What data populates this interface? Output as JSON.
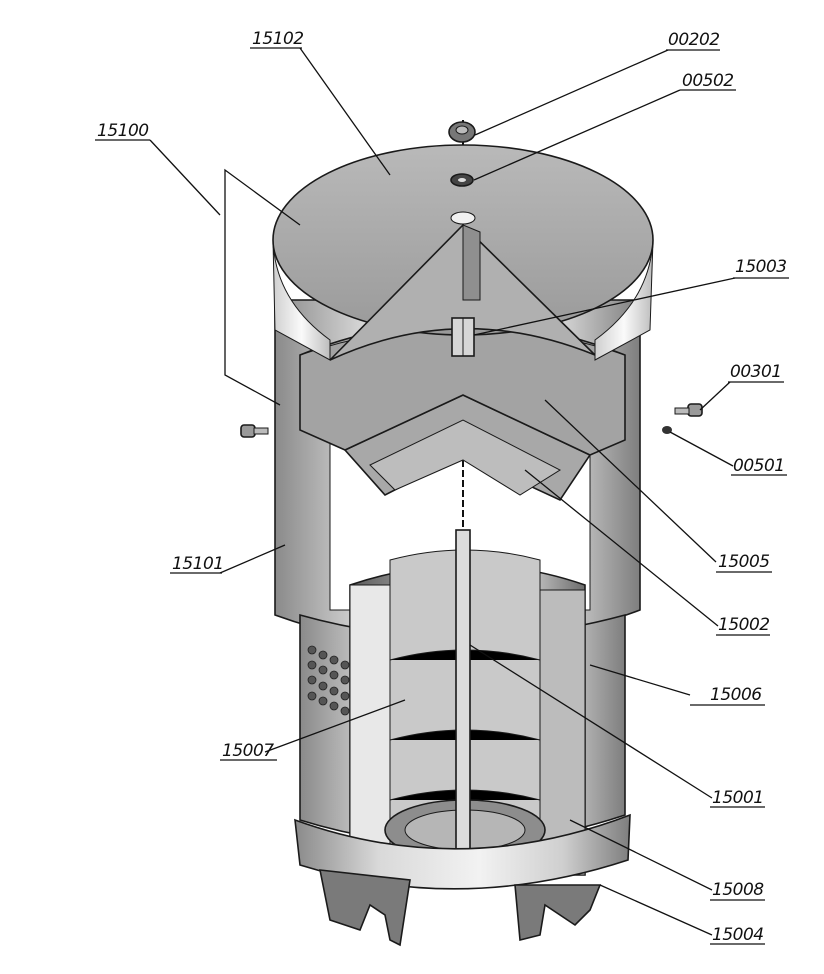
{
  "callouts": [
    {
      "id": "c-15102",
      "label": "15102"
    },
    {
      "id": "c-00202",
      "label": "00202"
    },
    {
      "id": "c-00502",
      "label": "00502"
    },
    {
      "id": "c-15100",
      "label": "15100"
    },
    {
      "id": "c-15003",
      "label": "15003"
    },
    {
      "id": "c-00301",
      "label": "00301"
    },
    {
      "id": "c-00501",
      "label": "00501"
    },
    {
      "id": "c-15101",
      "label": "15101"
    },
    {
      "id": "c-15005",
      "label": "15005"
    },
    {
      "id": "c-15002",
      "label": "15002"
    },
    {
      "id": "c-15006",
      "label": "15006"
    },
    {
      "id": "c-15007",
      "label": "15007"
    },
    {
      "id": "c-15001",
      "label": "15001"
    },
    {
      "id": "c-15008",
      "label": "15008"
    },
    {
      "id": "c-15004",
      "label": "15004"
    }
  ]
}
